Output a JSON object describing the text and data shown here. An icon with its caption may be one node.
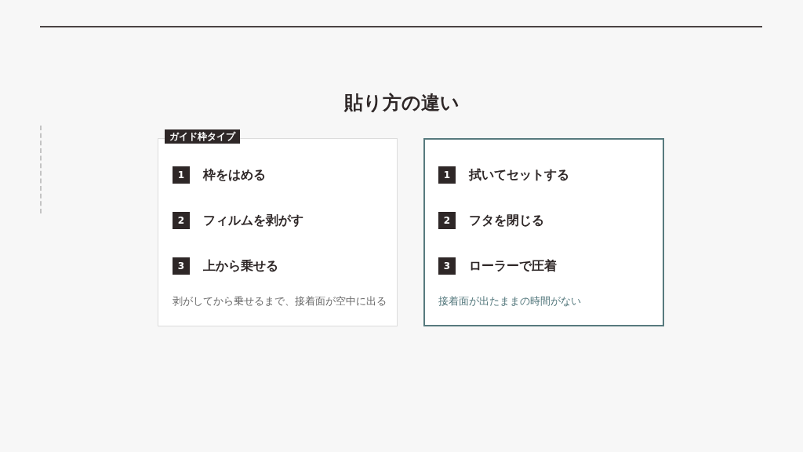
{
  "diagram": {
    "title": "貼り方の違い",
    "nodes": [
      {
        "text": [
          "ガイド枠タイプ",
          "剥がしてから乗せるまで、接着面が空中に出る"
        ]
      },
      {
        "text": [
          "1"
        ],
        "in": 0,
        "beside": [
          "枠をはめる"
        ]
      },
      {
        "text": [
          "2"
        ],
        "in": 0,
        "beside": [
          "フィルムを剥がす"
        ]
      },
      {
        "text": [
          "3"
        ],
        "in": 0,
        "beside": [
          "上から乗せる"
        ]
      },
      {
        "text": [
          "接着面が出たままの時間がない"
        ]
      },
      {
        "text": [
          "1"
        ],
        "in": 4,
        "beside": [
          "拭いてセットする"
        ]
      },
      {
        "text": [
          "2"
        ],
        "in": 4,
        "beside": [
          "フタを閉じる"
        ]
      },
      {
        "text": [
          "3"
        ],
        "in": 4,
        "beside": [
          "ローラーで圧着"
        ]
      }
    ]
  }
}
